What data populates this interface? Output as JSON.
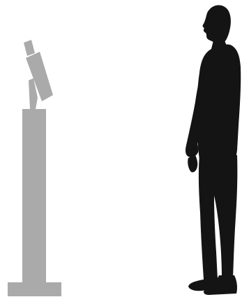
{
  "scene": {
    "background": "#ffffff",
    "kiosk": {
      "icon": "kiosk-stand-icon",
      "color": "#aaaaaa",
      "parts": [
        "camera-head",
        "screen-panel",
        "screen-bracket",
        "pedestal-column",
        "pedestal-base"
      ]
    },
    "person": {
      "icon": "standing-man-silhouette",
      "color": "#141414",
      "facing": "left"
    }
  }
}
